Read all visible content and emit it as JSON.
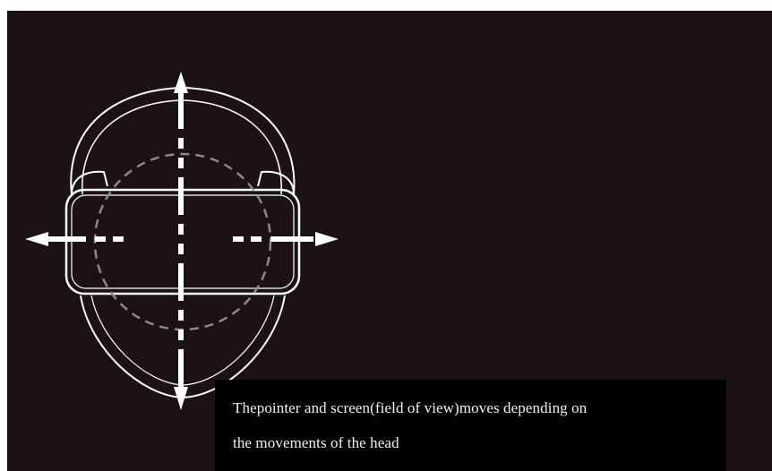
{
  "caption": {
    "line1": "Thepointer and screen(field of view)moves depending on",
    "line2": "the movements of the head"
  },
  "illustration": {
    "icon": "vr-headset-head-movement",
    "arrows": [
      "up",
      "down",
      "left",
      "right"
    ]
  },
  "colors": {
    "background": "#1c1212",
    "caption_background": "#000000",
    "line_art": "#ffffff",
    "dashed_circle": "#8a8a8a",
    "caption_text": "#f2f2f2"
  }
}
